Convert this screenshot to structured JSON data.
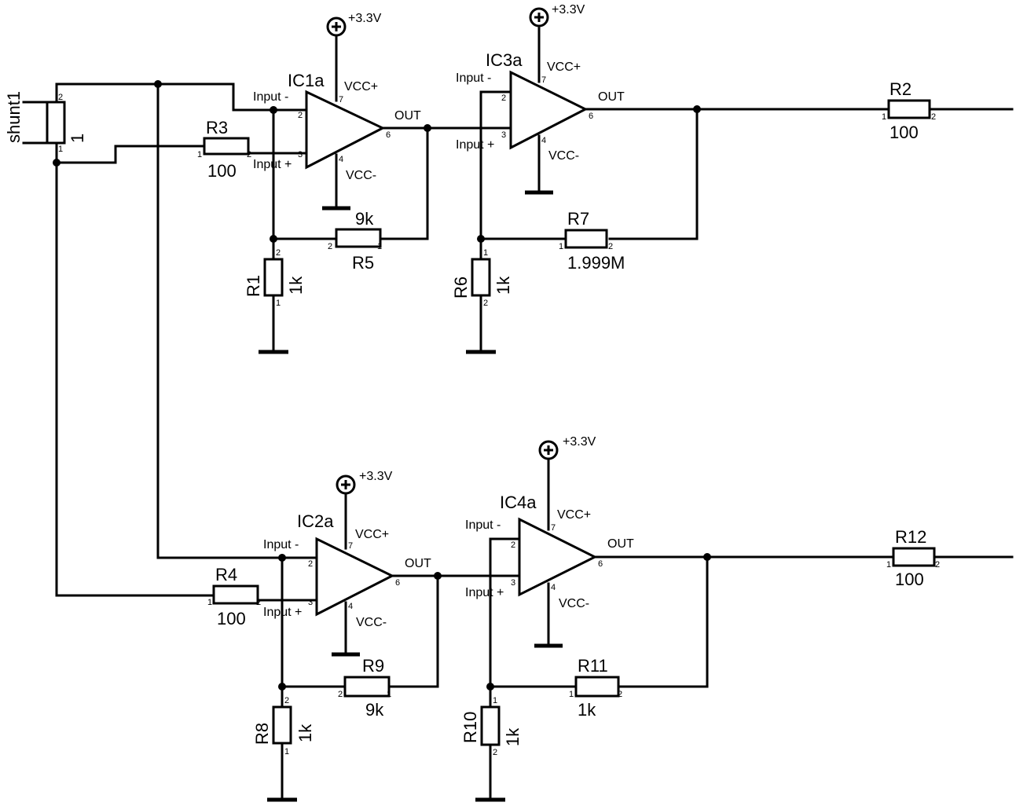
{
  "power_label": "+3.3V",
  "opamps": {
    "ic1": {
      "ref": "IC1a",
      "in_minus": "Input -",
      "in_plus": "Input +",
      "out": "OUT",
      "vcc_plus": "VCC+",
      "vcc_minus": "VCC-",
      "pin_in_minus": "2",
      "pin_in_plus": "3",
      "pin_out": "6",
      "pin_vcc_plus": "7",
      "pin_vcc_minus": "4"
    },
    "ic2": {
      "ref": "IC2a",
      "in_minus": "Input -",
      "in_plus": "Input +",
      "out": "OUT",
      "vcc_plus": "VCC+",
      "vcc_minus": "VCC-",
      "pin_in_minus": "2",
      "pin_in_plus": "3",
      "pin_out": "6",
      "pin_vcc_plus": "7",
      "pin_vcc_minus": "4"
    },
    "ic3": {
      "ref": "IC3a",
      "in_minus": "Input -",
      "in_plus": "Input +",
      "out": "OUT",
      "vcc_plus": "VCC+",
      "vcc_minus": "VCC-",
      "pin_in_minus": "2",
      "pin_in_plus": "3",
      "pin_out": "6",
      "pin_vcc_plus": "7",
      "pin_vcc_minus": "4"
    },
    "ic4": {
      "ref": "IC4a",
      "in_minus": "Input -",
      "in_plus": "Input +",
      "out": "OUT",
      "vcc_plus": "VCC+",
      "vcc_minus": "VCC-",
      "pin_in_minus": "2",
      "pin_in_plus": "3",
      "pin_out": "6",
      "pin_vcc_plus": "7",
      "pin_vcc_minus": "4"
    }
  },
  "shunt": {
    "ref": "shunt1",
    "value": "1",
    "pin_top": "2",
    "pin_bottom": "1"
  },
  "resistors": {
    "r1": {
      "ref": "R1",
      "value": "1k",
      "pin_a": "2",
      "pin_b": "1"
    },
    "r2": {
      "ref": "R2",
      "value": "100",
      "pin_a": "1",
      "pin_b": "2"
    },
    "r3": {
      "ref": "R3",
      "value": "100",
      "pin_a": "1",
      "pin_b": "2"
    },
    "r4": {
      "ref": "R4",
      "value": "100",
      "pin_a": "1",
      "pin_b": "2"
    },
    "r5": {
      "ref": "R5",
      "value": "9k",
      "pin_a": "2",
      "pin_b": "1"
    },
    "r6": {
      "ref": "R6",
      "value": "1k",
      "pin_a": "1",
      "pin_b": "2"
    },
    "r7": {
      "ref": "R7",
      "value": "1.999M",
      "pin_a": "1",
      "pin_b": "2"
    },
    "r8": {
      "ref": "R8",
      "value": "1k",
      "pin_a": "2",
      "pin_b": "1"
    },
    "r9": {
      "ref": "R9",
      "value": "9k",
      "pin_a": "2",
      "pin_b": "1"
    },
    "r10": {
      "ref": "R10",
      "value": "1k",
      "pin_a": "1",
      "pin_b": "2"
    },
    "r11": {
      "ref": "R11",
      "value": "1k",
      "pin_a": "1",
      "pin_b": "2"
    },
    "r12": {
      "ref": "R12",
      "value": "100",
      "pin_a": "1",
      "pin_b": "2"
    }
  }
}
